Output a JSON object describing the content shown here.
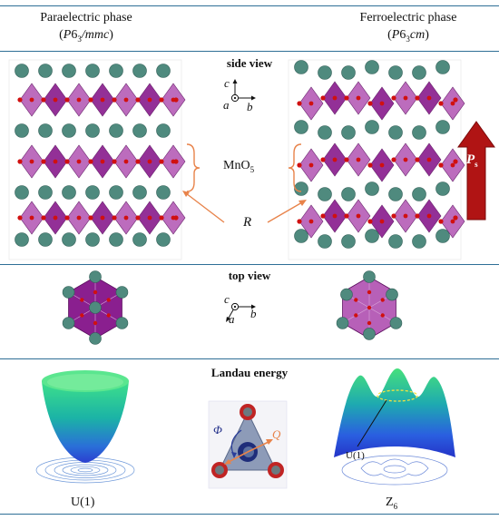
{
  "header": {
    "left_title": "Paraelectric phase",
    "left_group_prefix": "(",
    "left_group_p": "P",
    "left_group_num": "6",
    "left_group_sub": "3",
    "left_group_rest": "/mmc",
    "left_group_suffix": ")",
    "right_title": "Ferroelectric phase",
    "right_group_prefix": "(",
    "right_group_p": "P",
    "right_group_num": "6",
    "right_group_sub": "3",
    "right_group_rest": "cm",
    "right_group_suffix": ")"
  },
  "side_view": {
    "title": "side view",
    "axis_c": "c",
    "axis_a": "a",
    "axis_b": "b",
    "mno_base": "MnO",
    "mno_sub": "5",
    "r_label": "R",
    "ps_main": "P",
    "ps_sub": "s"
  },
  "top_view": {
    "title": "top view",
    "axis_c": "c",
    "axis_a": "a",
    "axis_b": "b"
  },
  "landau": {
    "title": "Landau energy",
    "left_caption": "U(1)",
    "right_caption": "Z",
    "right_caption_sub": "6",
    "u1_annotation": "U(1)",
    "phi_label": "Φ",
    "q_label": "Q"
  },
  "colors": {
    "rule": "#2e6f96",
    "polyhedra": "#8a1f8f",
    "polyhedra_light": "#b760b8",
    "r_atom": "#4f8a7e",
    "oxygen": "#d01010",
    "arrow_orange": "#e8834a",
    "ps_arrow": "#b01414"
  }
}
